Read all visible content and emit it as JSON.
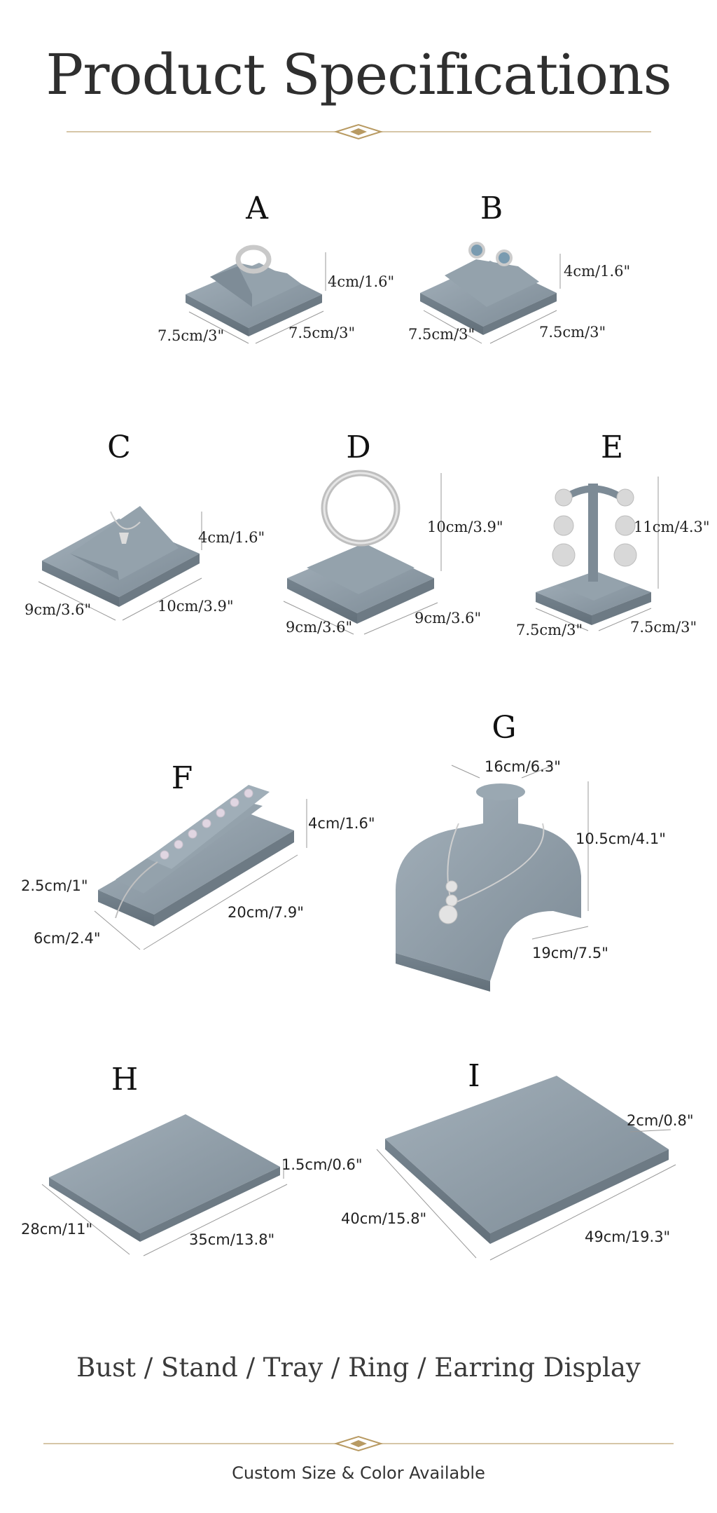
{
  "header": {
    "title": "Product Specifications"
  },
  "products": [
    {
      "letter": "A",
      "dims": [
        "4cm/1.6\"",
        "7.5cm/3\"",
        "7.5cm/3\""
      ]
    },
    {
      "letter": "B",
      "dims": [
        "4cm/1.6\"",
        "7.5cm/3\"",
        "7.5cm/3\""
      ]
    },
    {
      "letter": "C",
      "dims": [
        "4cm/1.6\"",
        "9cm/3.6\"",
        "10cm/3.9\""
      ]
    },
    {
      "letter": "D",
      "dims": [
        "10cm/3.9\"",
        "9cm/3.6\"",
        "9cm/3.6\""
      ]
    },
    {
      "letter": "E",
      "dims": [
        "11cm/4.3\"",
        "7.5cm/3\"",
        "7.5cm/3\""
      ]
    },
    {
      "letter": "F",
      "dims": [
        "4cm/1.6\"",
        "2.5cm/1\"",
        "6cm/2.4\"",
        "20cm/7.9\""
      ]
    },
    {
      "letter": "G",
      "dims": [
        "16cm/6.3\"",
        "10.5cm/4.1\"",
        "19cm/7.5\""
      ]
    },
    {
      "letter": "H",
      "dims": [
        "1.5cm/0.6\"",
        "28cm/11\"",
        "35cm/13.8\""
      ]
    },
    {
      "letter": "I",
      "dims": [
        "2cm/0.8\"",
        "40cm/15.8\"",
        "49cm/19.3\""
      ]
    }
  ],
  "footer": {
    "subtitle": "Bust / Stand / Tray / Ring / Earring Display",
    "note": "Custom Size & Color Available"
  },
  "colors": {
    "velvet": "#8b99a4",
    "velvet_dark": "#6f7d88",
    "gold": "#b89a62"
  }
}
